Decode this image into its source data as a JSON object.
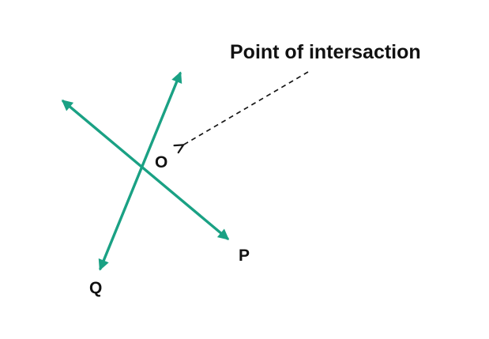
{
  "annotation": {
    "label": "Point of intersaction"
  },
  "labels": {
    "intersection": "O",
    "line_p": "P",
    "line_q": "Q"
  },
  "colors": {
    "line": "#1aa184",
    "annotation": "#161616",
    "text": "#111111",
    "background": "#ffffff"
  }
}
